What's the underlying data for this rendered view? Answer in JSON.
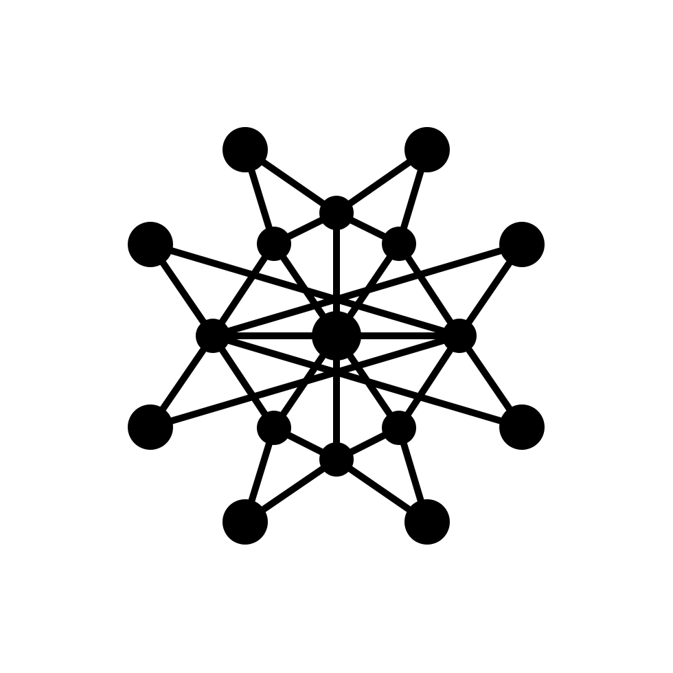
{
  "icon": {
    "name": "network-icon",
    "color": "#000000",
    "background": "#ffffff"
  },
  "graph": {
    "node_roles": [
      "hub",
      "inner-ring",
      "outer-ring"
    ],
    "counts": {
      "hub": 1,
      "inner": 8,
      "outer": 8
    }
  }
}
